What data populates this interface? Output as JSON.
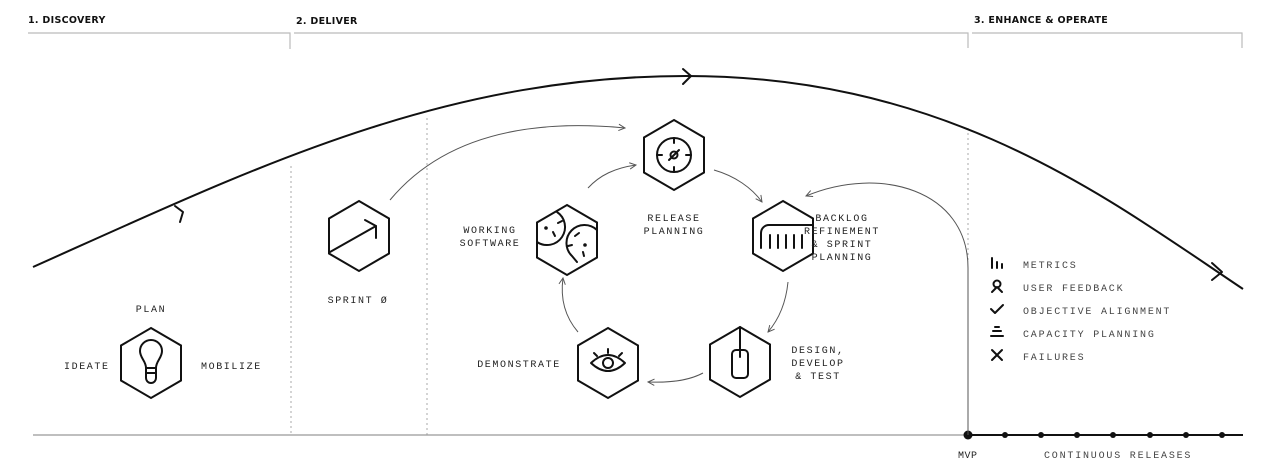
{
  "phases": [
    {
      "label": "1. DISCOVERY"
    },
    {
      "label": "2. DELIVER"
    },
    {
      "label": "3. ENHANCE & OPERATE"
    }
  ],
  "discovery": {
    "plan": "PLAN",
    "ideate": "IDEATE",
    "mobilize": "MOBILIZE"
  },
  "sprint_zero": "SPRINT Ø",
  "cycle": {
    "release_planning": [
      "RELEASE",
      "PLANNING"
    ],
    "backlog": [
      "BACKLOG",
      "REFINEMENT",
      "& SPRINT",
      "PLANNING"
    ],
    "design": [
      "DESIGN,",
      "DEVELOP",
      "& TEST"
    ],
    "demonstrate": "DEMONSTRATE",
    "working_software": [
      "WORKING",
      "SOFTWARE"
    ]
  },
  "legend": [
    {
      "icon": "bar-chart-icon",
      "label": "METRICS"
    },
    {
      "icon": "user-icon",
      "label": "USER FEEDBACK"
    },
    {
      "icon": "check-icon",
      "label": "OBJECTIVE ALIGNMENT"
    },
    {
      "icon": "stack-icon",
      "label": "CAPACITY PLANNING"
    },
    {
      "icon": "x-icon",
      "label": "FAILURES"
    }
  ],
  "timeline": {
    "mvp": "MVP",
    "continuous": "CONTINUOUS RELEASES"
  }
}
